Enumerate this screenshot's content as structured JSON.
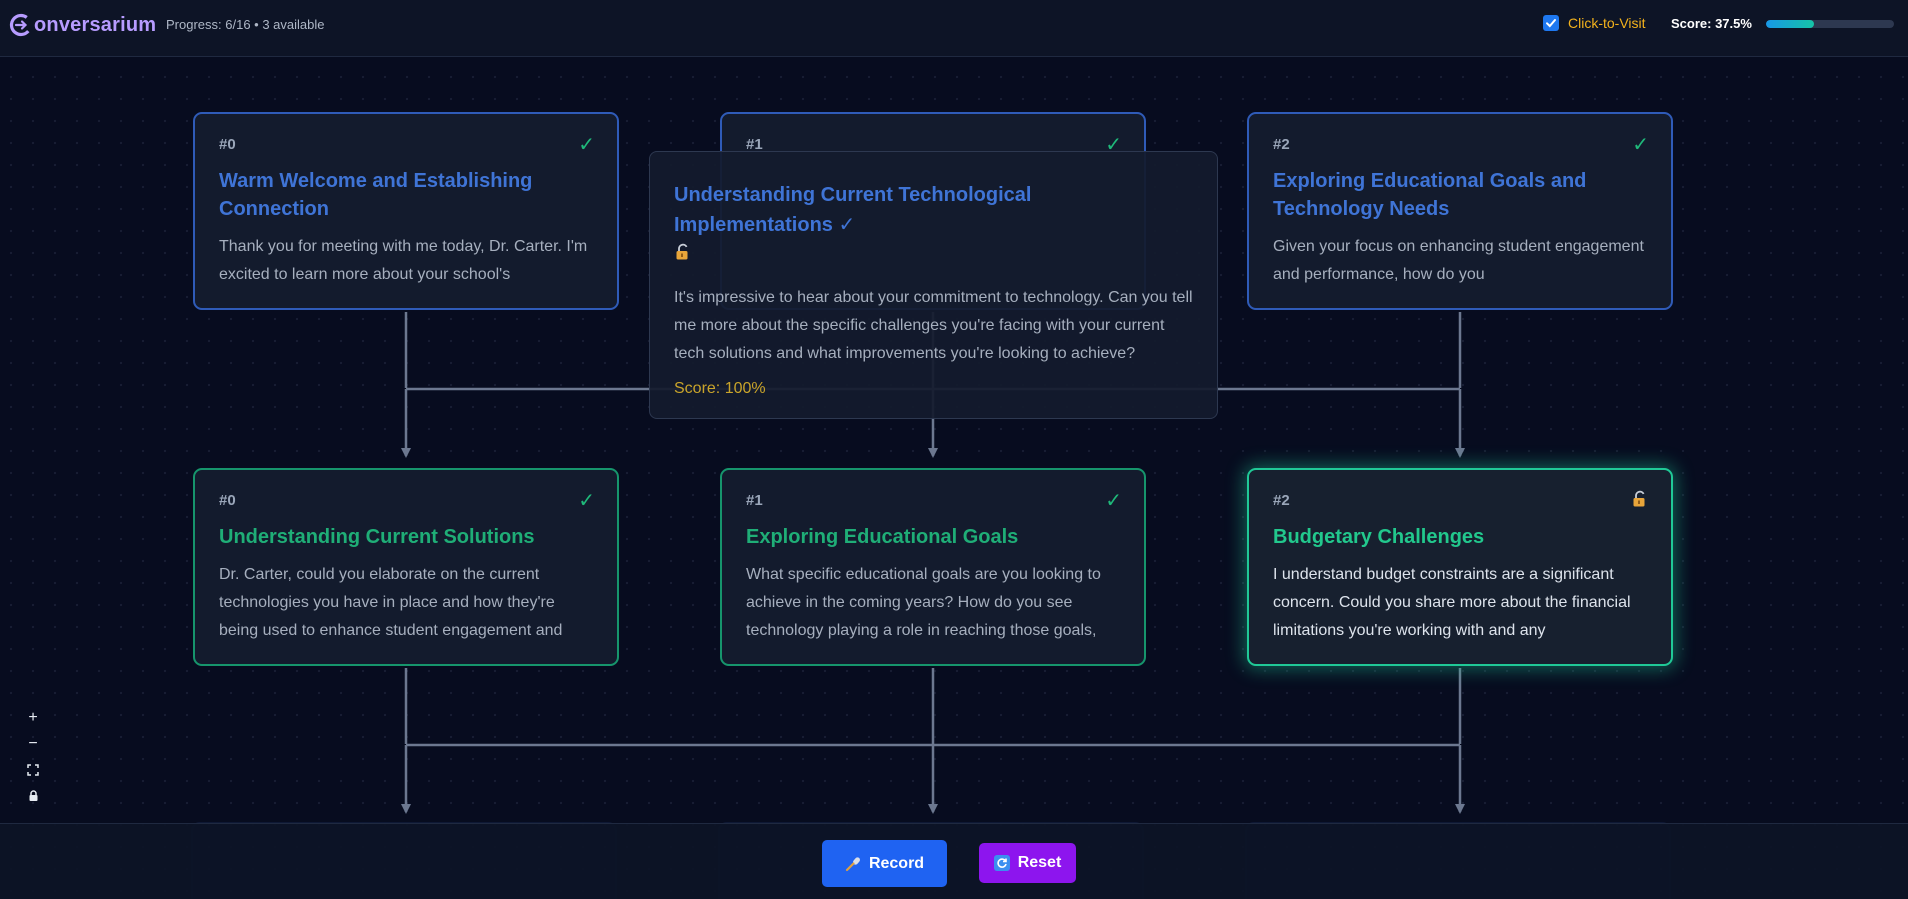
{
  "header": {
    "brand_initial": "C",
    "brand_rest": "onversarium",
    "progress": "Progress: 6/16 • 3 available",
    "click_to_visit_label": "Click-to-Visit",
    "click_to_visit_checked": true,
    "score_label": "Score: 37.5%",
    "score_fraction": 0.375
  },
  "cards": [
    {
      "num": "#0",
      "title": "Warm Welcome and Establishing Connection",
      "body": "Thank you for meeting with me today, Dr. Carter. I'm excited to learn more about your school's",
      "status": "check",
      "style": "blue"
    },
    {
      "num": "#1",
      "title": "",
      "body": "",
      "status": "check",
      "style": "blue"
    },
    {
      "num": "#2",
      "title": "Exploring Educational Goals and Technology Needs",
      "body": "Given your focus on enhancing student engagement and performance, how do you",
      "status": "check",
      "style": "blue"
    },
    {
      "num": "#0",
      "title": "Understanding Current Solutions",
      "body": "Dr. Carter, could you elaborate on the current technologies you have in place and how they're being used to enhance student engagement and",
      "status": "check",
      "style": "green"
    },
    {
      "num": "#1",
      "title": "Exploring Educational Goals",
      "body": "What specific educational goals are you looking to achieve in the coming years? How do you see technology playing a role in reaching those goals,",
      "status": "check",
      "style": "green"
    },
    {
      "num": "#2",
      "title": "Budgetary Challenges",
      "body": "I understand budget constraints are a significant concern. Could you share more about the financial limitations you're working with and any",
      "status": "unlocked",
      "style": "active"
    }
  ],
  "tooltip": {
    "title": "Understanding Current Technological Implementations",
    "check": "✓",
    "body": "It's impressive to hear about your commitment to technology. Can you tell me more about the specific challenges you're facing with your current tech solutions and what improvements you're looking to achieve?",
    "score": "Score: 100%"
  },
  "status_glyphs": {
    "check": "✓"
  },
  "zoom": {
    "in": "+",
    "out": "−"
  },
  "footer": {
    "record_label": "Record",
    "reset_label": "Reset"
  },
  "colors": {
    "accent_blue": "#3f74d6",
    "accent_green": "#1fae77",
    "record": "#1f63f2",
    "reset": "#8d15ee",
    "warning": "#f3b21c"
  }
}
